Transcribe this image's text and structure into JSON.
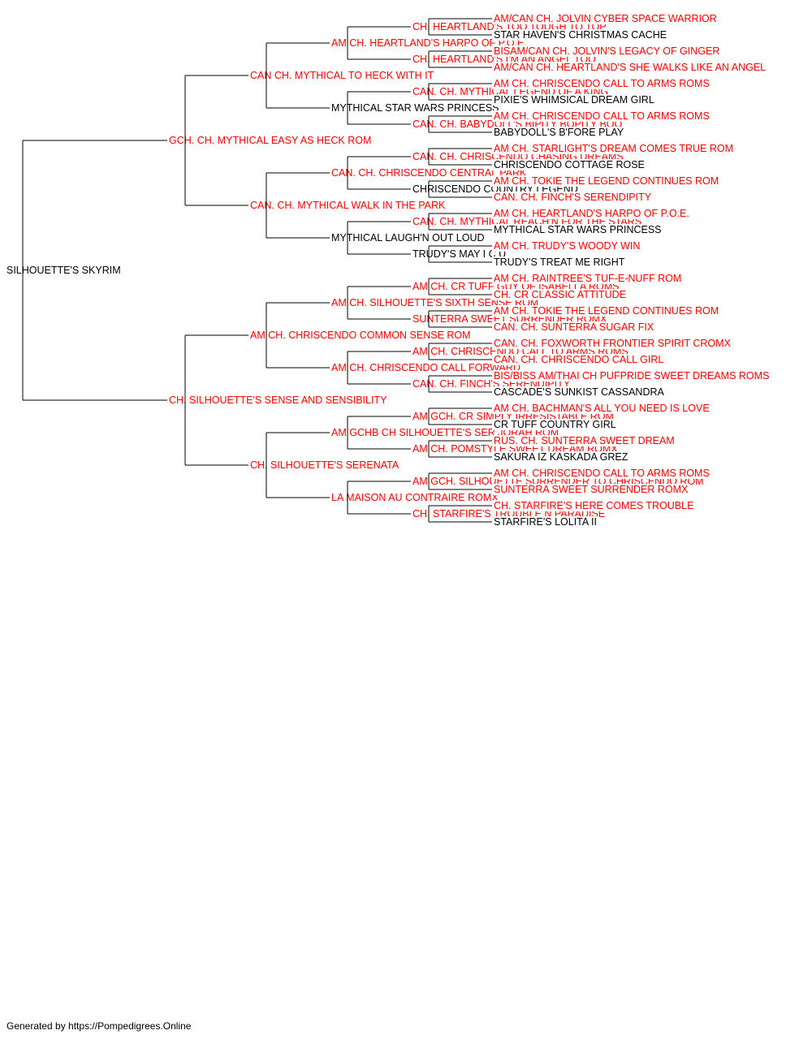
{
  "colors": {
    "champion": "#ff0000",
    "regular": "#000000",
    "line": "#000000"
  },
  "pedigree": {
    "name": "SILHOUETTE'S SKYRIM",
    "champion": false,
    "sire": {
      "name": "GCH. CH. MYTHICAL EASY AS HECK ROM",
      "champion": true,
      "sire": {
        "name": "CAN CH. MYTHICAL TO HECK WITH IT",
        "champion": true,
        "sire": {
          "name": "AM CH. HEARTLAND'S HARPO OF P.O.E.",
          "champion": true,
          "sire": {
            "name": "CH. HEARTLAND'S TOO TOUGH TO TOP",
            "champion": true,
            "sire": {
              "name": "AM/CAN CH. JOLVIN CYBER SPACE WARRIOR",
              "champion": true
            },
            "dam": {
              "name": "STAR HAVEN'S CHRISTMAS CACHE",
              "champion": false
            }
          },
          "dam": {
            "name": "CH. HEARTLAND'S I'M AN ANGEL TOO",
            "champion": true,
            "sire": {
              "name": "BISAM/CAN CH. JOLVIN'S LEGACY OF GINGER",
              "champion": true
            },
            "dam": {
              "name": "AM/CAN CH. HEARTLAND'S SHE WALKS LIKE AN ANGEL",
              "champion": true
            }
          }
        },
        "dam": {
          "name": "MYTHICAL STAR WARS PRINCESS",
          "champion": false,
          "sire": {
            "name": "CAN. CH. MYTHICAL LEGEND OF A KING",
            "champion": true,
            "sire": {
              "name": "AM CH. CHRISCENDO CALL TO ARMS ROMS",
              "champion": true
            },
            "dam": {
              "name": "PIXIE'S WHIMSICAL DREAM GIRL",
              "champion": false
            }
          },
          "dam": {
            "name": "CAN. CH. BABYDOLL'S BIPITY BOPITY BOO",
            "champion": true,
            "sire": {
              "name": "AM CH. CHRISCENDO CALL TO ARMS ROMS",
              "champion": true
            },
            "dam": {
              "name": "BABYDOLL'S B'FORE PLAY",
              "champion": false
            }
          }
        }
      },
      "dam": {
        "name": "CAN. CH. MYTHICAL WALK IN THE PARK",
        "champion": true,
        "sire": {
          "name": "CAN. CH. CHRISCENDO CENTRAL PARK",
          "champion": true,
          "sire": {
            "name": "CAN. CH. CHRISCENDO CHASING DREAMS",
            "champion": true,
            "sire": {
              "name": "AM CH. STARLIGHT'S DREAM COMES TRUE ROM",
              "champion": true
            },
            "dam": {
              "name": "CHRISCENDO COTTAGE ROSE",
              "champion": false
            }
          },
          "dam": {
            "name": "CHRISCENDO COUNTRY LEGEND",
            "champion": false,
            "sire": {
              "name": "AM CH. TOKIE THE LEGEND CONTINUES ROM",
              "champion": true
            },
            "dam": {
              "name": "CAN. CH. FINCH'S SERENDIPITY",
              "champion": true
            }
          }
        },
        "dam": {
          "name": "MYTHICAL LAUGH'N OUT LOUD",
          "champion": false,
          "sire": {
            "name": "CAN. CH. MYTHICAL REACH'N FOR THE STARS",
            "champion": true,
            "sire": {
              "name": "AM CH. HEARTLAND'S HARPO OF P.O.E.",
              "champion": true
            },
            "dam": {
              "name": "MYTHICAL STAR WARS PRINCESS",
              "champion": false
            }
          },
          "dam": {
            "name": "TRUDY'S MAY I C U",
            "champion": false,
            "sire": {
              "name": "AM CH. TRUDY'S WOODY WIN",
              "champion": true
            },
            "dam": {
              "name": "TRUDY'S TREAT ME RIGHT",
              "champion": false
            }
          }
        }
      }
    },
    "dam": {
      "name": "CH. SILHOUETTE'S SENSE AND SENSIBILITY",
      "champion": true,
      "sire": {
        "name": "AM CH. CHRISCENDO COMMON SENSE ROM",
        "champion": true,
        "sire": {
          "name": "AM CH. SILHOUETTE'S SIXTH SENSE ROM",
          "champion": true,
          "sire": {
            "name": "AM CH. CR TUFF GUY OF ISABELLA ROMS",
            "champion": true,
            "sire": {
              "name": "AM CH. RAINTREE'S TUF-E-NUFF ROM",
              "champion": true
            },
            "dam": {
              "name": "CH. CR CLASSIC ATTITUDE",
              "champion": true
            }
          },
          "dam": {
            "name": "SUNTERRA SWEET SURRENDER ROMX",
            "champion": true,
            "sire": {
              "name": "AM CH. TOKIE THE LEGEND CONTINUES ROM",
              "champion": true
            },
            "dam": {
              "name": "CAN. CH. SUNTERRA SUGAR FIX",
              "champion": true
            }
          }
        },
        "dam": {
          "name": "AM CH. CHRISCENDO CALL FORWARD",
          "champion": true,
          "sire": {
            "name": "AM CH. CHRISCENDO CALL TO ARMS ROMS",
            "champion": true,
            "sire": {
              "name": "CAN. CH. FOXWORTH FRONTIER SPIRIT CROMX",
              "champion": true
            },
            "dam": {
              "name": "CAN. CH. CHRISCENDO CALL GIRL",
              "champion": true
            }
          },
          "dam": {
            "name": "CAN. CH. FINCH'S SERENDIPITY",
            "champion": true,
            "sire": {
              "name": "BIS/BISS AM/THAI CH PUFPRIDE SWEET DREAMS ROMS",
              "champion": true
            },
            "dam": {
              "name": "CASCADE'S SUNKIST CASSANDRA",
              "champion": false
            }
          }
        }
      },
      "dam": {
        "name": "CH. SILHOUETTE'S SERENATA",
        "champion": true,
        "sire": {
          "name": "AM GCHB CH SILHOUETTE'S SER JORAH ROM",
          "champion": true,
          "sire": {
            "name": "AM GCH. CR SIMPLY IRRESISTABLE ROM",
            "champion": true,
            "sire": {
              "name": "AM CH. BACHMAN'S ALL YOU NEED IS LOVE",
              "champion": true
            },
            "dam": {
              "name": "CR TUFF COUNTRY GIRL",
              "champion": false
            }
          },
          "dam": {
            "name": "AM CH. POMSTYLE SWEET DREAM ROMX",
            "champion": true,
            "sire": {
              "name": "RUS. CH. SUNTERRA SWEET DREAM",
              "champion": true
            },
            "dam": {
              "name": "SAKURA IZ KASKADA GREZ",
              "champion": false
            }
          }
        },
        "dam": {
          "name": "LA MAISON AU CONTRAIRE ROMX",
          "champion": true,
          "sire": {
            "name": "AM GCH. SILHOUETTE SURRENDER TO CHRISCENDO ROM",
            "champion": true,
            "sire": {
              "name": "AM CH. CHRISCENDO CALL TO ARMS ROMS",
              "champion": true
            },
            "dam": {
              "name": "SUNTERRA SWEET SURRENDER ROMX",
              "champion": true
            }
          },
          "dam": {
            "name": "CH. STARFIRE'S TROUBLE N PARADISE",
            "champion": true,
            "sire": {
              "name": "CH. STARFIRE'S HERE COMES TROUBLE",
              "champion": true
            },
            "dam": {
              "name": "STARFIRE'S LOLITA II",
              "champion": false
            }
          }
        }
      }
    }
  },
  "footer": "Generated by https://Pompedigrees.Online"
}
